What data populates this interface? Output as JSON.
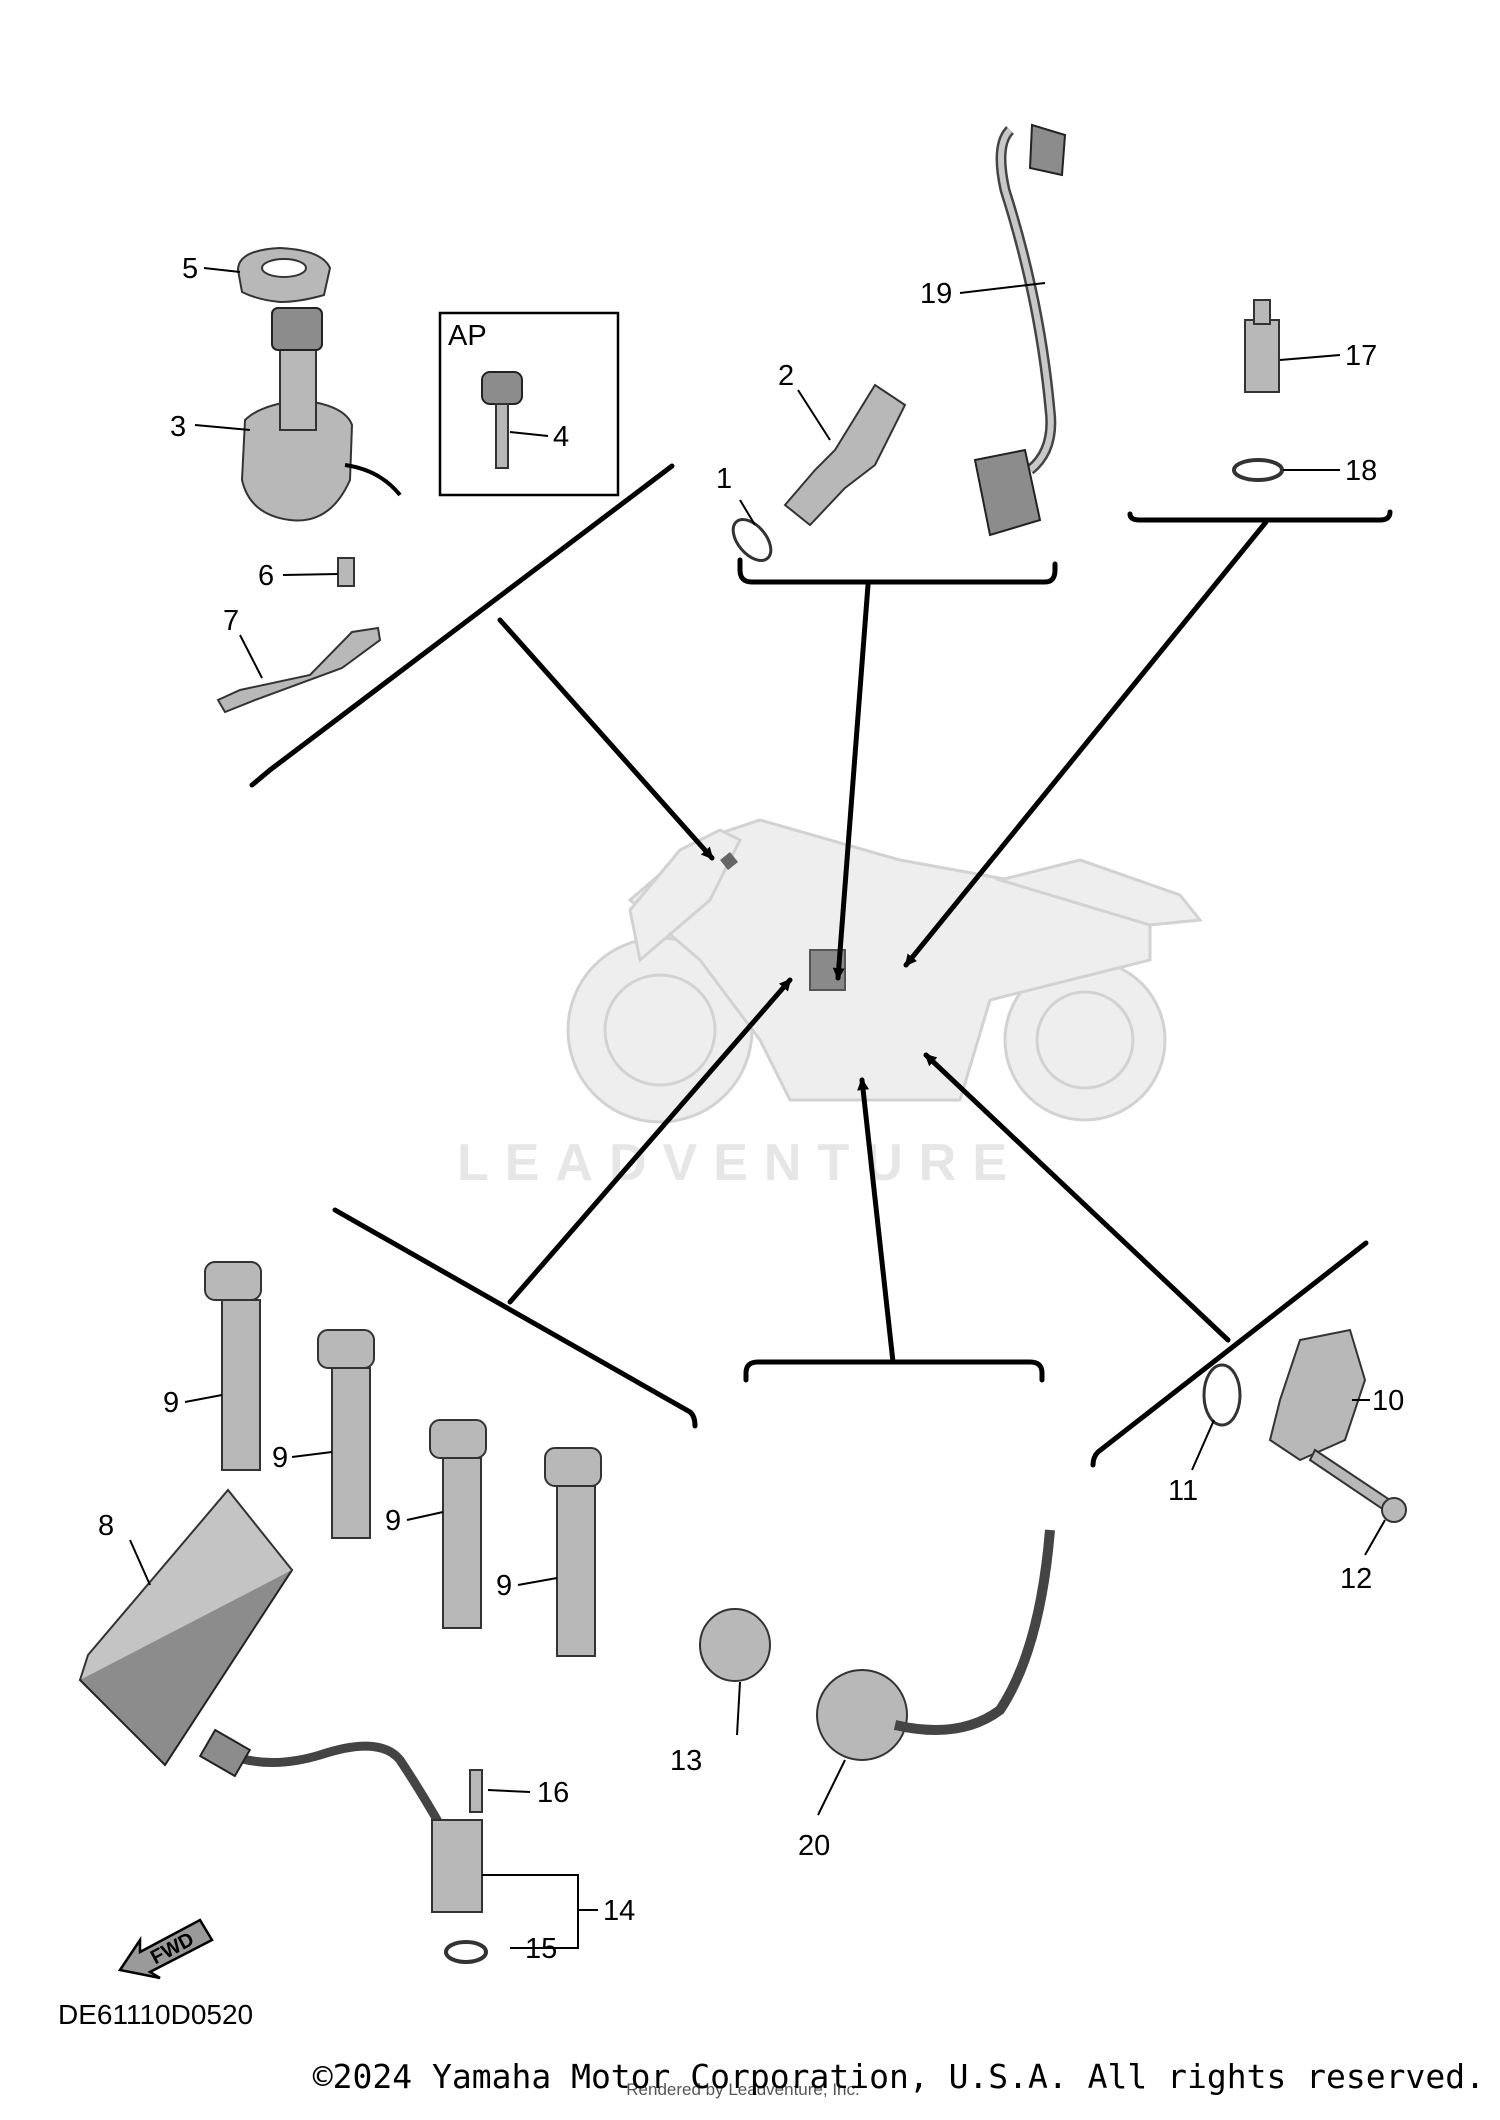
{
  "diagram_code": "DE61110D0520",
  "copyright": "©2024 Yamaha Motor Corporation, U.S.A. All rights reserved.",
  "rendered_by": "Rendered by Leadventure, Inc.",
  "watermark": "LEADVENTURE",
  "ap_label": "AP",
  "fwd_label": "FWD",
  "callouts": {
    "c1": "1",
    "c2": "2",
    "c3": "3",
    "c4": "4",
    "c5": "5",
    "c6": "6",
    "c7": "7",
    "c8": "8",
    "c9a": "9",
    "c9b": "9",
    "c9c": "9",
    "c9d": "9",
    "c10": "10",
    "c11": "11",
    "c12": "12",
    "c13": "13",
    "c14": "14",
    "c15": "15",
    "c16": "16",
    "c17": "17",
    "c18": "18",
    "c19": "19",
    "c20": "20"
  }
}
